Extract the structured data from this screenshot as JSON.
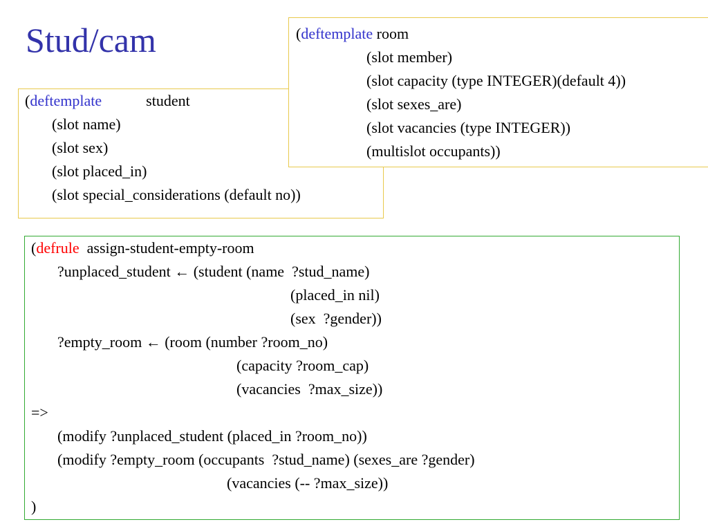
{
  "slide": {
    "title": "Stud/cam"
  },
  "student_template": {
    "open_paren": "(",
    "keyword": "deftemplate",
    "name": "student",
    "slots": [
      "(slot name)",
      "(slot sex)",
      "(slot placed_in)",
      "(slot special_considerations (default no))"
    ]
  },
  "room_template": {
    "open_paren": "(",
    "keyword": "deftemplate",
    "name": "room",
    "slots": [
      "(slot member)",
      "(slot capacity (type INTEGER)(default 4))",
      "(slot sexes_are)",
      "(slot vacancies (type INTEGER))",
      "(multislot occupants))"
    ]
  },
  "rule": {
    "open_paren": "(",
    "keyword": "defrule",
    "name": "assign-student-empty-room",
    "lines": [
      "?unplaced_student ← (student (name  ?stud_name)",
      "(placed_in nil)",
      "(sex  ?gender))",
      "?empty_room ← (room (number ?room_no)",
      "(capacity ?room_cap)",
      "(vacancies  ?max_size))",
      "=>",
      "(modify ?unplaced_student (placed_in ?room_no))",
      "(modify ?empty_room (occupants  ?stud_name) (sexes_are ?gender)",
      "(vacancies (-- ?max_size))",
      ")"
    ]
  },
  "colors": {
    "title": "#3333aa",
    "keyword_blue": "#3333cc",
    "keyword_red": "#ff0000",
    "template_border": "#e8c94c",
    "rule_border": "#33aa33"
  }
}
